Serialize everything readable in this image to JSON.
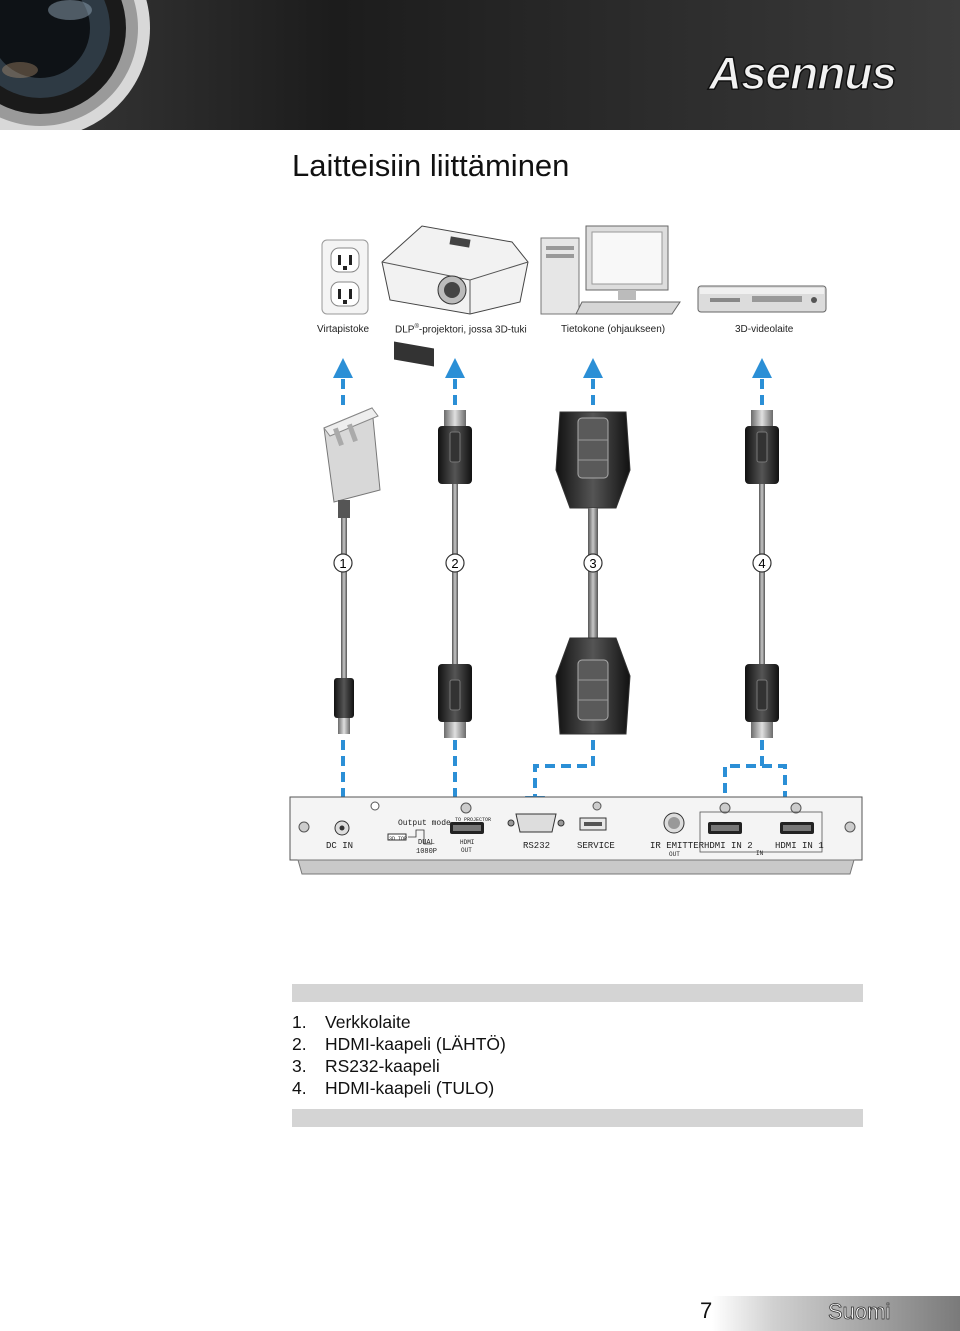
{
  "header": {
    "section_title": "Asennus"
  },
  "page": {
    "title": "Laitteisiin liittäminen",
    "number": "7",
    "language": "Suomi"
  },
  "devices": [
    {
      "label": "Virtapistoke"
    },
    {
      "label_pre": "DLP",
      "label_sup": "®",
      "label_post": "-projektori, jossa 3D-tuki"
    },
    {
      "label": "Tietokone (ohjaukseen)"
    },
    {
      "label": "3D-videolaite"
    }
  ],
  "cables": [
    {
      "number": "1"
    },
    {
      "number": "2"
    },
    {
      "number": "3"
    },
    {
      "number": "4"
    }
  ],
  "panel": {
    "output_mode": "Output mode",
    "btn_3d_top": "3D TOP",
    "dual": "DUAL",
    "p1080": "1080P",
    "to_projector": "TO PROJECTOR",
    "hdmi": "HDMI",
    "out": "OUT",
    "in": "IN",
    "ports": {
      "dc_in": "DC IN",
      "rs232": "RS232",
      "service": "SERVICE",
      "ir_emitter": "IR EMITTER",
      "hdmi_in_2": "HDMI IN 2",
      "hdmi_in_1": "HDMI IN 1"
    }
  },
  "legend": [
    {
      "num": "1.",
      "text": "Verkkolaite"
    },
    {
      "num": "2.",
      "text": "HDMI-kaapeli (LÄHTÖ)"
    },
    {
      "num": "3.",
      "text": "RS232-kaapeli"
    },
    {
      "num": "4.",
      "text": "HDMI-kaapeli (TULO)"
    }
  ],
  "colors": {
    "arrow": "#2b8fd6",
    "header": "#2a2a2a",
    "bar": "#d4d4d4"
  }
}
